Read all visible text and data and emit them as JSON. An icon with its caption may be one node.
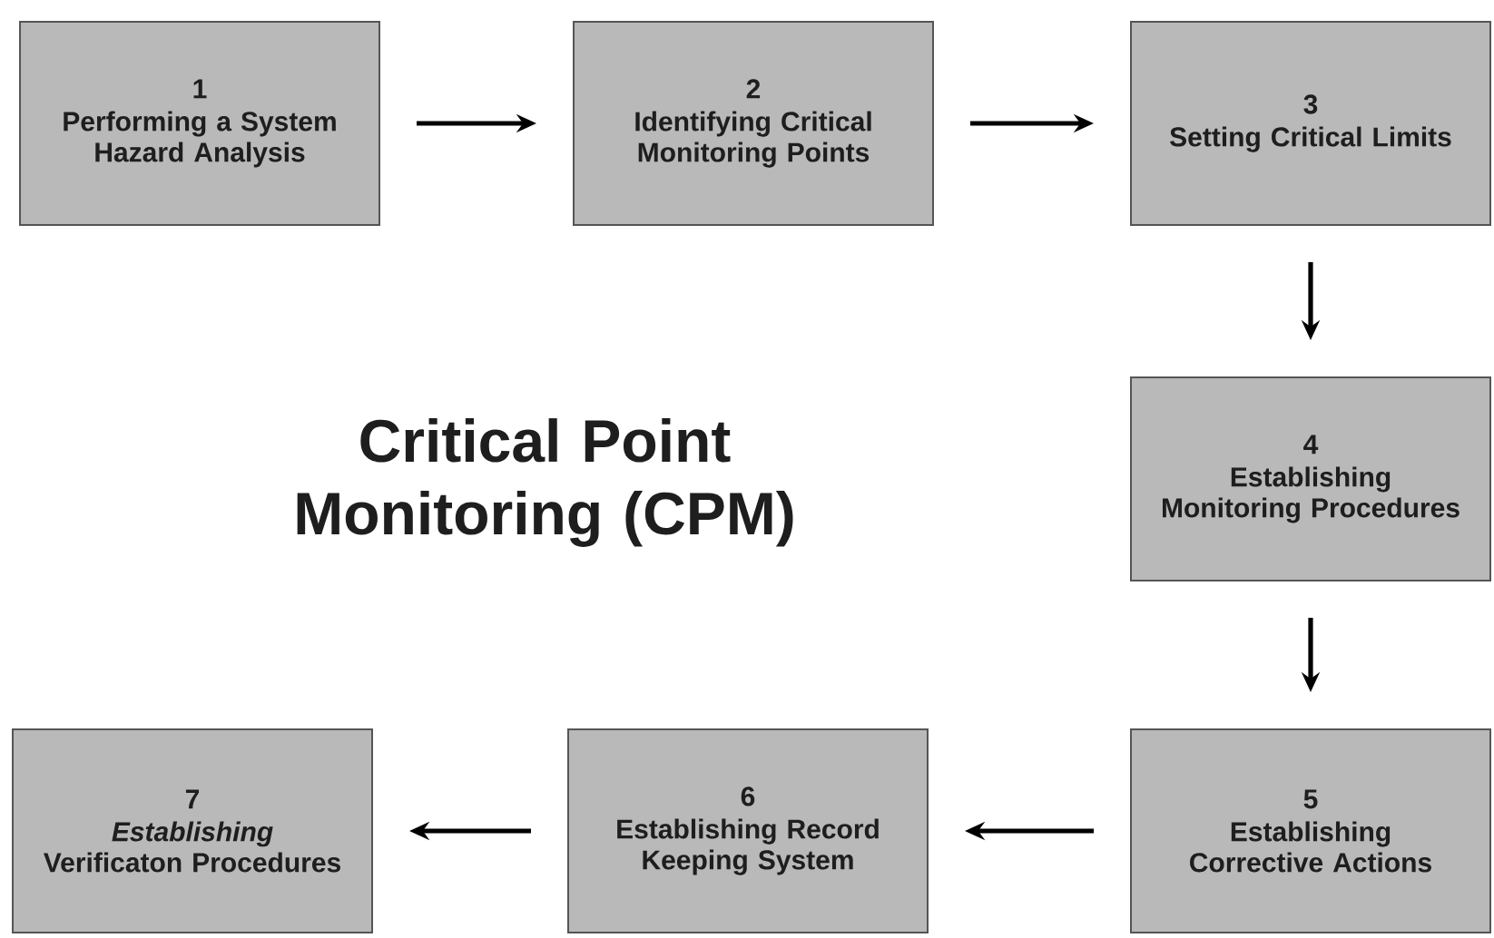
{
  "diagram": {
    "title": "Critical Point Monitoring (CPM)",
    "nodes": [
      {
        "text": [
          "1",
          "Performing a System Hazard Analysis"
        ]
      },
      {
        "text": [
          "2",
          "Identifying Critical Monitoring Points"
        ]
      },
      {
        "text": [
          "3",
          "Setting Critical Limits"
        ]
      },
      {
        "text": [
          "4",
          "Establishing Monitoring Procedures"
        ]
      },
      {
        "text": [
          "5",
          "Establishing Corrective Actions"
        ]
      },
      {
        "text": [
          "6",
          "Establishing Record Keeping System"
        ]
      },
      {
        "text": [
          "7",
          "*Establishing* Verificaton Procedures"
        ]
      }
    ],
    "edges": [
      {
        "from": 0,
        "to": 1,
        "arrow": "to"
      },
      {
        "from": 1,
        "to": 2,
        "arrow": "to"
      },
      {
        "from": 2,
        "to": 3,
        "arrow": "to"
      },
      {
        "from": 3,
        "to": 4,
        "arrow": "to"
      },
      {
        "from": 4,
        "to": 5,
        "arrow": "to"
      },
      {
        "from": 5,
        "to": 6,
        "arrow": "to"
      }
    ]
  }
}
